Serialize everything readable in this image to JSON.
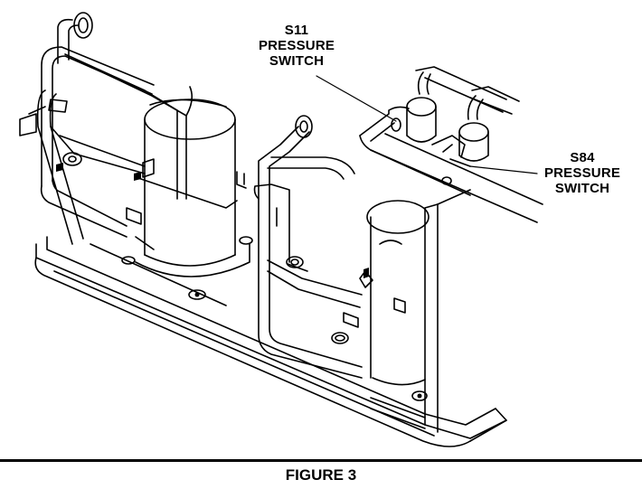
{
  "labels": {
    "s11": {
      "line1": "S11",
      "line2": "PRESSURE",
      "line3": "SWITCH"
    },
    "s84": {
      "line1": "S84",
      "line2": "PRESSURE",
      "line3": "SWITCH"
    }
  },
  "caption": "FIGURE 3",
  "colors": {
    "ink": "#000000",
    "background": "#ffffff"
  }
}
